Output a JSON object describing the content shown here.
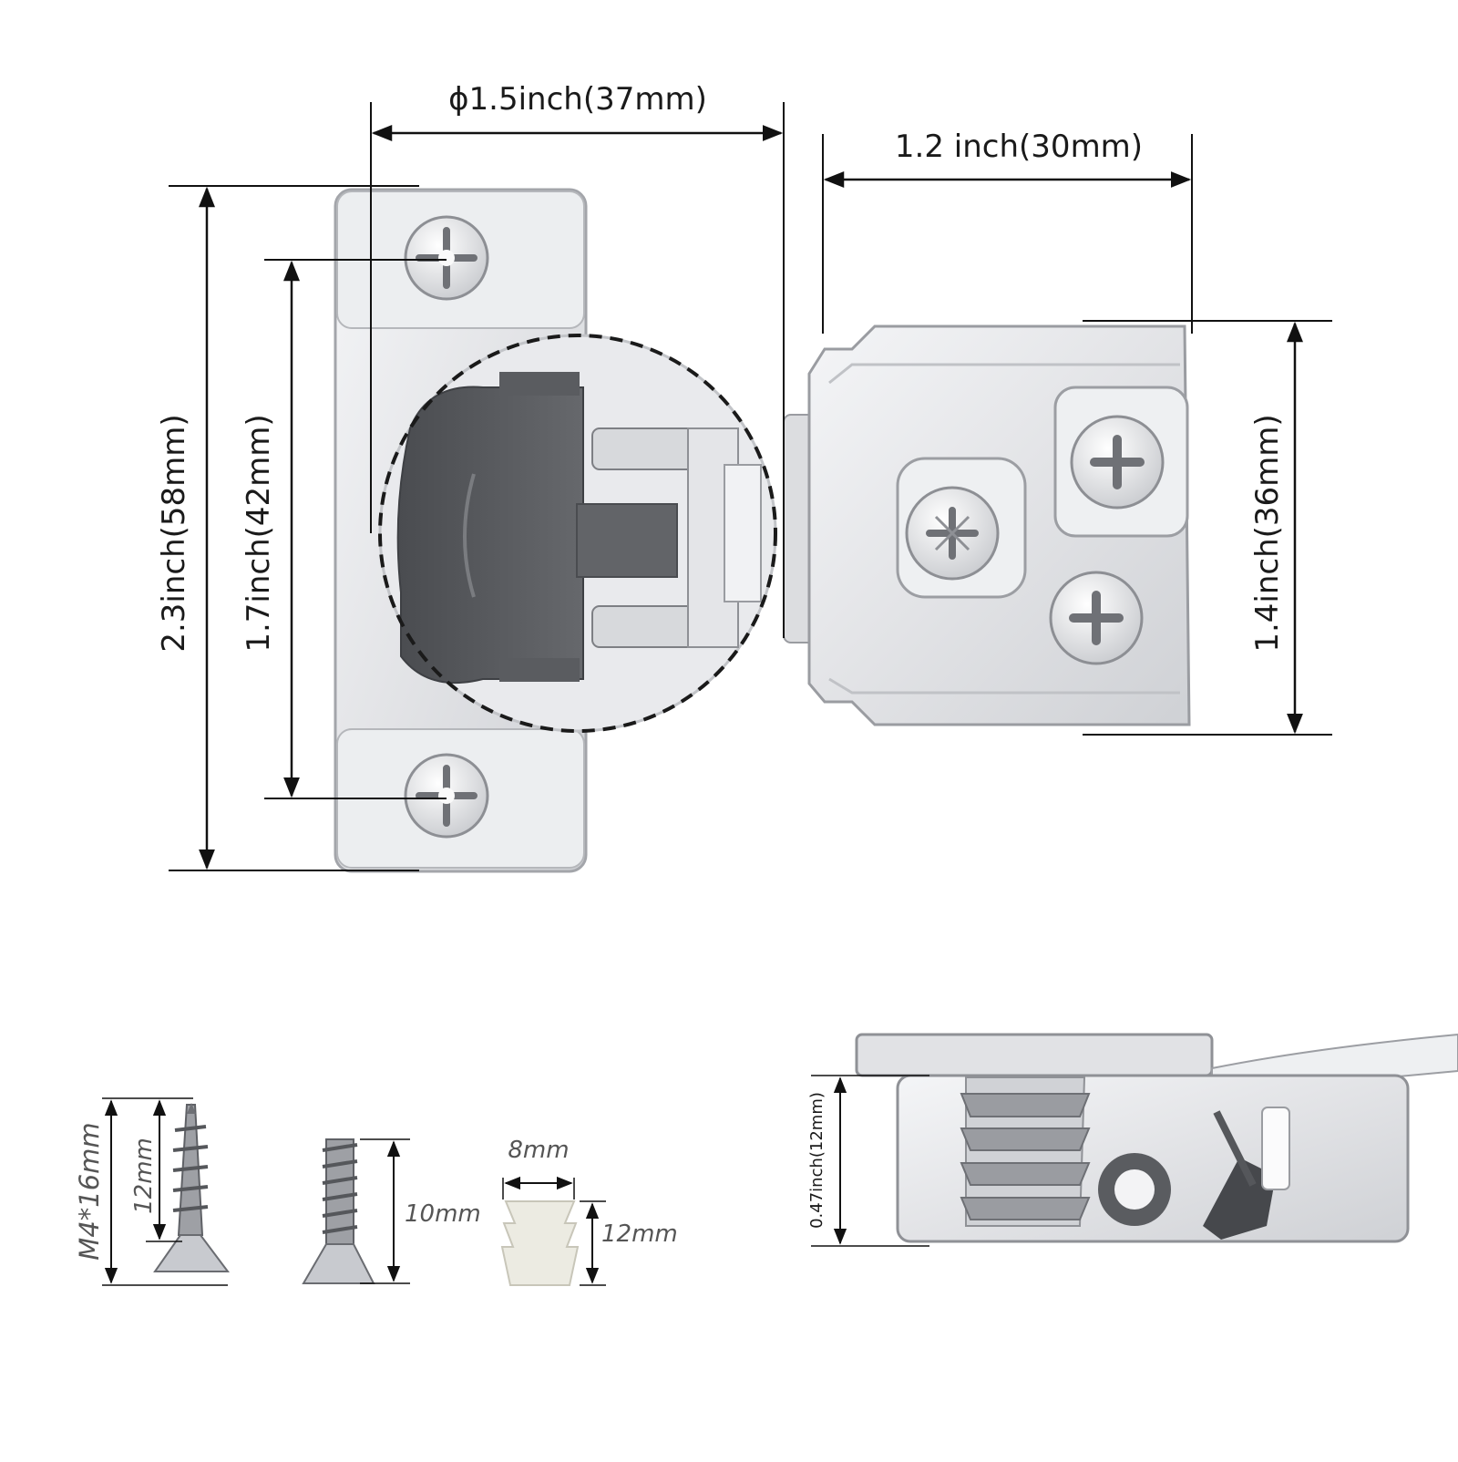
{
  "dimensions": {
    "cup_diameter": "ϕ1.5inch(37mm)",
    "arm_length": "1.2 inch(30mm)",
    "plate_height": "2.3inch(58mm)",
    "hole_spacing": "1.7inch(42mm)",
    "arm_height": "1.4inch(36mm)",
    "plate_thickness": "0.47inch(12mm)"
  },
  "accessories": {
    "wood_screw_size": "M4*16mm",
    "wood_screw_thread": "12mm",
    "euro_screw_length": "10mm",
    "dowel_width": "8mm",
    "dowel_length": "12mm"
  },
  "colors": {
    "steel": "#e6e7ea",
    "steel_edge": "#9a9ca1",
    "dark_plastic": "#5b5d61",
    "dim_line": "#111111",
    "nylon": "#ecebe2"
  }
}
